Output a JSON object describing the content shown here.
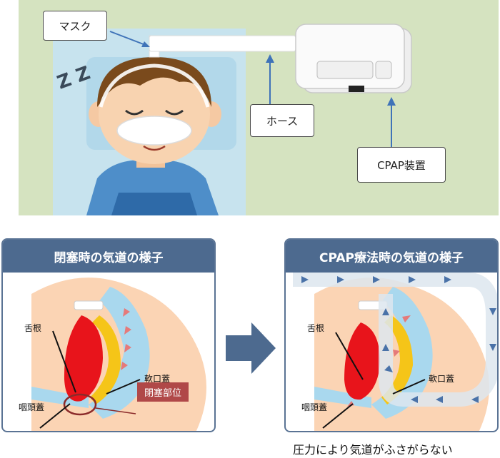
{
  "top": {
    "mask_label": "マスク",
    "hose_label": "ホース",
    "device_label": "CPAP装置",
    "sleep_glyph": "Z Z"
  },
  "left_panel": {
    "title": "閉塞時の気道の様子",
    "tongue_root": "舌根",
    "soft_palate": "軟口蓋",
    "epiglottis": "咽頭蓋",
    "blockage": "閉塞部位"
  },
  "right_panel": {
    "title": "CPAP療法時の気道の様子",
    "tongue_root": "舌根",
    "soft_palate": "軟口蓋",
    "epiglottis": "咽頭蓋"
  },
  "caption": "圧力により気道がふさがらない",
  "colors": {
    "scene_bg": "#d5e3c0",
    "header_bg": "#4d6a8f",
    "skin": "#fbd4b4",
    "airway": "#a9d8ee",
    "tongue": "#e8141b",
    "palate": "#f5c518",
    "blockage_badge": "#b04848",
    "arrow_big": "#4d6a8f"
  }
}
